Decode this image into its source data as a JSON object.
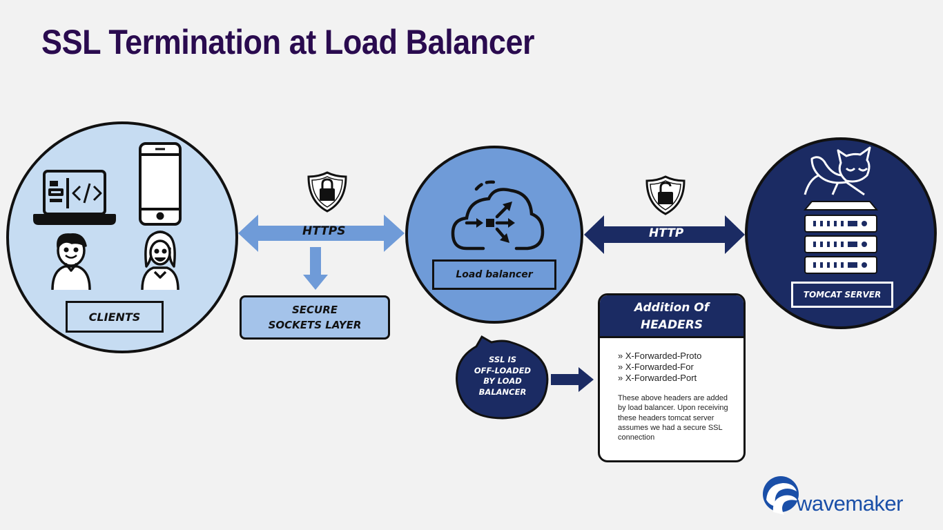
{
  "title": "SSL Termination at Load Balancer",
  "nodes": {
    "clients": "CLIENTS",
    "load_balancer": "Load balancer",
    "tomcat": "tomcat server",
    "ssl": [
      "SECURE",
      "SOCKETS LAYER"
    ]
  },
  "connections": {
    "https": "HTTPS",
    "http": "HTTP"
  },
  "bubble": [
    "SSL IS",
    "OFF-LOADED",
    "BY LOAD",
    "BALANCER"
  ],
  "headers": {
    "title": [
      "Addition Of",
      "headers"
    ],
    "items": [
      "» X-Forwarded-Proto",
      "» X-Forwarded-For",
      "» X-Forwarded-Port"
    ],
    "note": "These above headers are added by load balancer. Upon receiving these headers tomcat server assumes we had a secure SSL connection"
  },
  "logo": "wavemaker",
  "colors": {
    "title": "#2a0b4f",
    "clients_fill": "#c6dcf2",
    "lb_fill": "#6f9bd8",
    "tomcat_fill": "#1b2b63",
    "https_arrow": "#6f9bd8",
    "http_arrow": "#1b2b63",
    "logo": "#1a4fa8"
  }
}
